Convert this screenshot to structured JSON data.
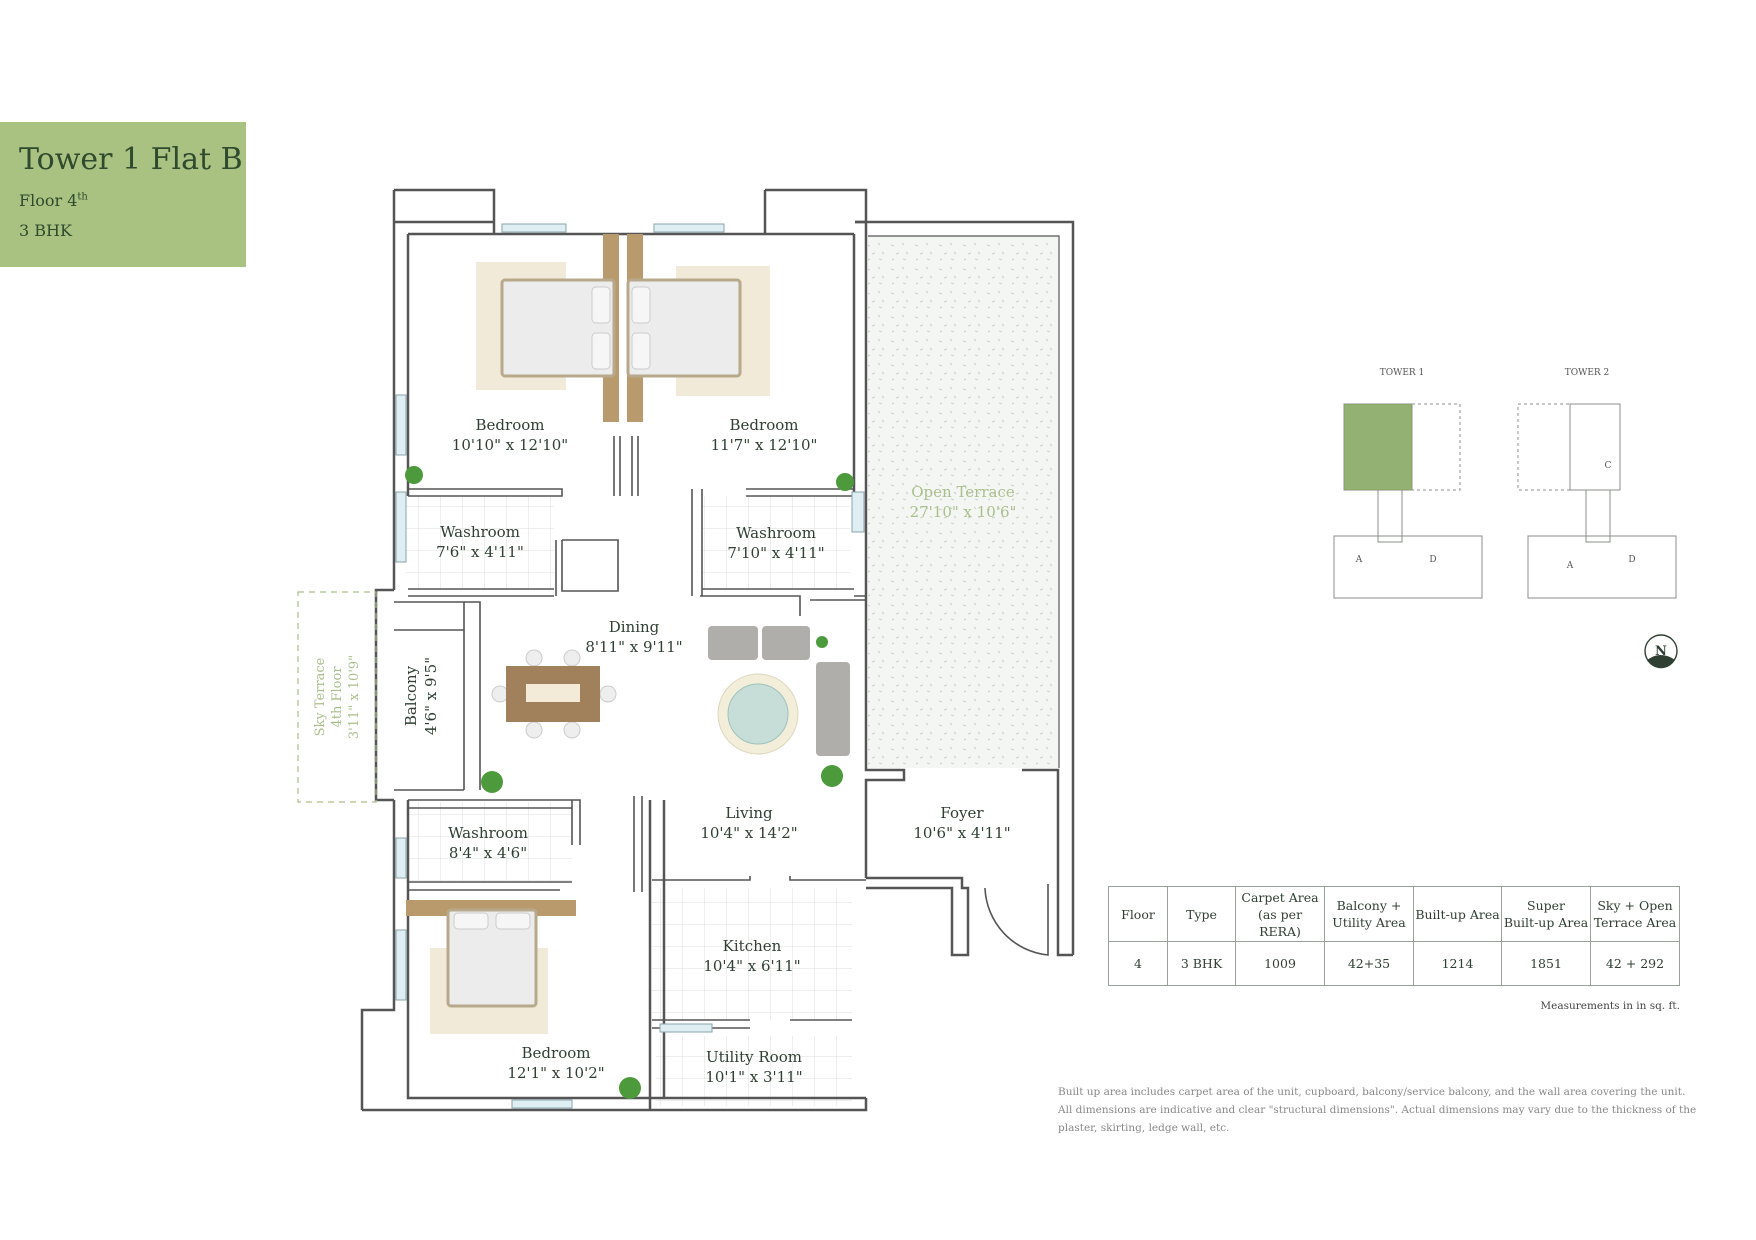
{
  "header": {
    "title": "Tower 1 Flat B",
    "floor_label": "Floor 4",
    "floor_sup": "th",
    "type": "3 BHK"
  },
  "rooms": {
    "bedroom1": {
      "name": "Bedroom",
      "size": "10'10\" x 12'10\""
    },
    "bedroom2": {
      "name": "Bedroom",
      "size": "11'7\" x 12'10\""
    },
    "washroom1": {
      "name": "Washroom",
      "size": "7'6\" x 4'11\""
    },
    "washroom2": {
      "name": "Washroom",
      "size": "7'10\" x 4'11\""
    },
    "dining": {
      "name": "Dining",
      "size": "8'11\" x 9'11\""
    },
    "balcony": {
      "name": "Balcony",
      "size": "4'6\" x 9'5\""
    },
    "sky_terrace": {
      "name": "Sky Terrace",
      "floor": "4th Floor",
      "size": "3'11\" x 10'9\""
    },
    "washroom3": {
      "name": "Washroom",
      "size": "8'4\" x 4'6\""
    },
    "living": {
      "name": "Living",
      "size": "10'4\" x 14'2\""
    },
    "foyer": {
      "name": "Foyer",
      "size": "10'6\" x 4'11\""
    },
    "kitchen": {
      "name": "Kitchen",
      "size": "10'4\" x 6'11\""
    },
    "bedroom3": {
      "name": "Bedroom",
      "size": "12'1\" x 10'2\""
    },
    "utility": {
      "name": "Utility Room",
      "size": "10'1\" x 3'11\""
    },
    "open_terrace": {
      "name": "Open Terrace",
      "size": "27'10\" x 10'6\""
    }
  },
  "key_plan": {
    "tower1": "TOWER 1",
    "tower2": "TOWER 2",
    "unit_a": "A",
    "unit_d": "D",
    "unit_c": "C",
    "north": "N"
  },
  "area_table": {
    "headers": [
      "Floor",
      "Type",
      "Carpet Area\n(as per RERA)",
      "Balcony +\nUtility Area",
      "Built-up Area",
      "Super\nBuilt-up Area",
      "Sky + Open\nTerrace Area"
    ],
    "row": [
      "4",
      "3 BHK",
      "1009",
      "42+35",
      "1214",
      "1851",
      "42 + 292"
    ]
  },
  "measurement_note": "Measurements in in sq. ft.",
  "disclaimer": "Built up area includes carpet area of the unit, cupboard, balcony/service balcony, and the wall area covering the unit. All dimensions are indicative and clear \"structural dimensions\". Actual dimensions may vary due to the thickness of the plaster, skirting, ledge wall, etc.",
  "colors": {
    "accent": "#a9c282",
    "text": "#2f4032",
    "terrace_label": "#a9bf8c",
    "highlight": "#7fa35a"
  }
}
